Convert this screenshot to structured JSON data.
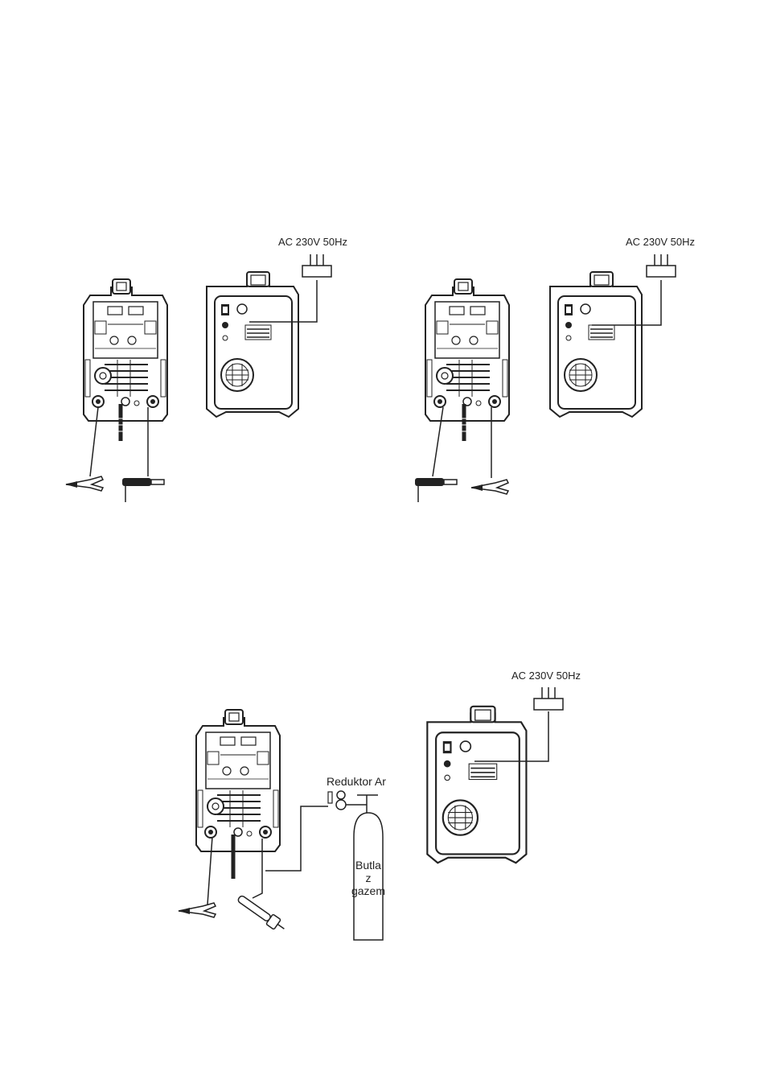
{
  "labels": {
    "power_1": "AC 230V 50Hz",
    "power_2": "AC 230V 50Hz",
    "power_3": "AC 230V 50Hz",
    "regulator": "Reduktor Ar",
    "cylinder_line1": "Butla",
    "cylinder_line2": "z",
    "cylinder_line3": "gazem"
  },
  "colors": {
    "line": "#222222",
    "fill": "#ffffff"
  }
}
